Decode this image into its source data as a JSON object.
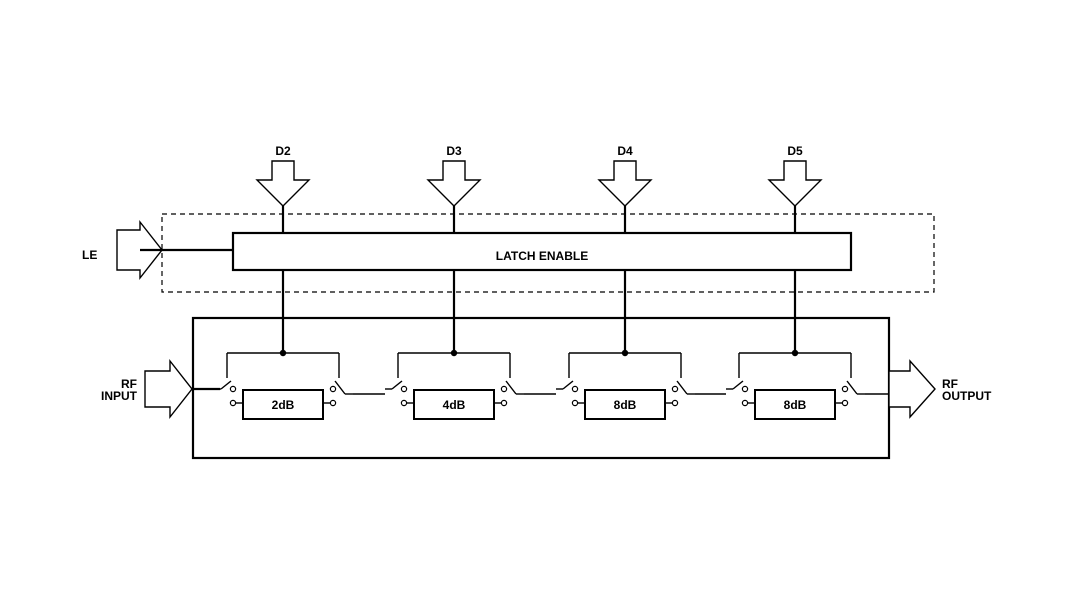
{
  "inputs": {
    "data_bits": [
      "D2",
      "D3",
      "D4",
      "D5"
    ],
    "latch_enable": "LE",
    "rf_input": [
      "RF",
      "INPUT"
    ],
    "rf_output": [
      "RF",
      "OUTPUT"
    ]
  },
  "latch": {
    "label": "LATCH ENABLE"
  },
  "attenuators": [
    "2dB",
    "4dB",
    "8dB",
    "8dB"
  ]
}
